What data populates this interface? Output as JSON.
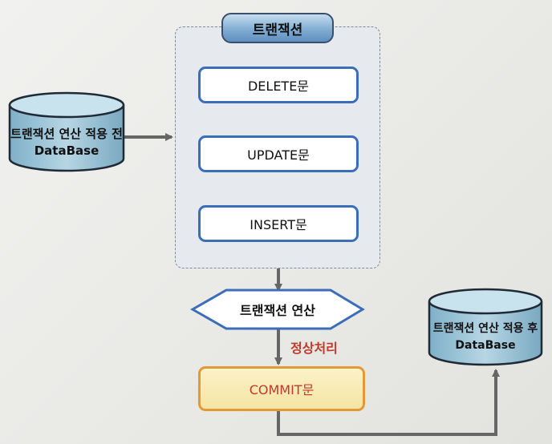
{
  "transaction": {
    "title": "트랜잭션",
    "statements": [
      "DELETE문",
      "UPDATE문",
      "INSERT문"
    ]
  },
  "db_before": {
    "line1": "트랜잭션 연산 적용 전",
    "line2": "DataBase"
  },
  "db_after": {
    "line1": "트랜잭션 연산 적용 후",
    "line2": "DataBase"
  },
  "decision": {
    "label": "트랜잭션 연산"
  },
  "edge_label": "정상처리",
  "commit": {
    "label": "COMMIT문"
  },
  "colors": {
    "statement_border": "#3b6db8",
    "commit_border": "#e29a36",
    "commit_text": "#c0392b",
    "cylinder_fill": "#9cc3d6",
    "arrow": "#666666"
  }
}
